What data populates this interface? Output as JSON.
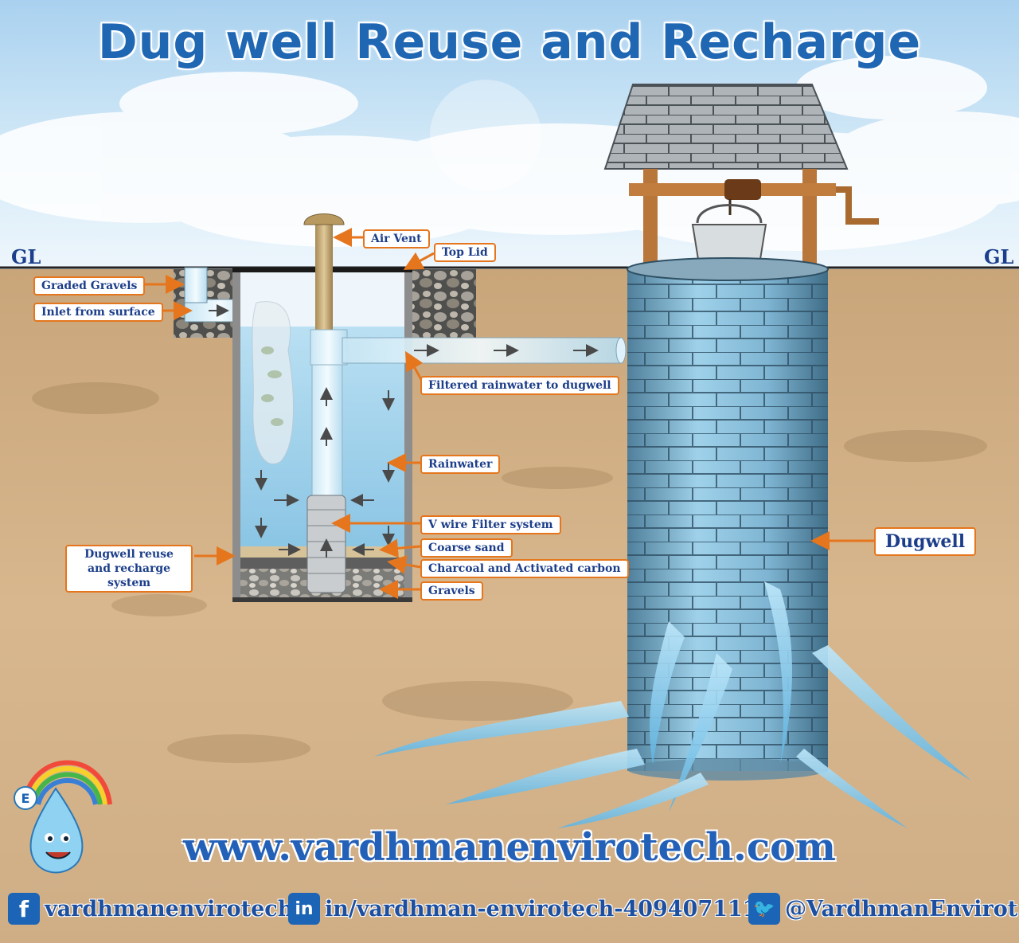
{
  "title": "Dug well Reuse and Recharge",
  "ground_level_label": "GL",
  "labels": {
    "air_vent": "Air Vent",
    "top_lid": "Top Lid",
    "graded_gravels": "Graded Gravels",
    "inlet": "Inlet from surface",
    "filtered": "Filtered rainwater to dugwell",
    "rainwater": "Rainwater",
    "vwire": "V wire Filter system",
    "coarse_sand": "Coarse sand",
    "charcoal": "Charcoal and Activated carbon",
    "gravels": "Gravels",
    "system": "Dugwell reuse and recharge system",
    "dugwell": "Dugwell"
  },
  "website": "www.vardhmanenvirotech.com",
  "social": {
    "facebook": {
      "icon": "facebook-icon",
      "glyph": "f",
      "handle": "vardhmanenvirotech"
    },
    "linkedin": {
      "icon": "linkedin-icon",
      "glyph": "in",
      "handle": "in/vardhman-envirotech-4094071115"
    },
    "twitter": {
      "icon": "twitter-icon",
      "glyph": "🐦",
      "handle": "@VardhmanEnvirot"
    }
  },
  "colors": {
    "title": "#1f67b3",
    "callout_border": "#e5761d",
    "callout_text": "#1c3e8a",
    "soil": "#d9b98f",
    "water": "#7fc3e8",
    "brand_blue": "#1c64b6"
  }
}
